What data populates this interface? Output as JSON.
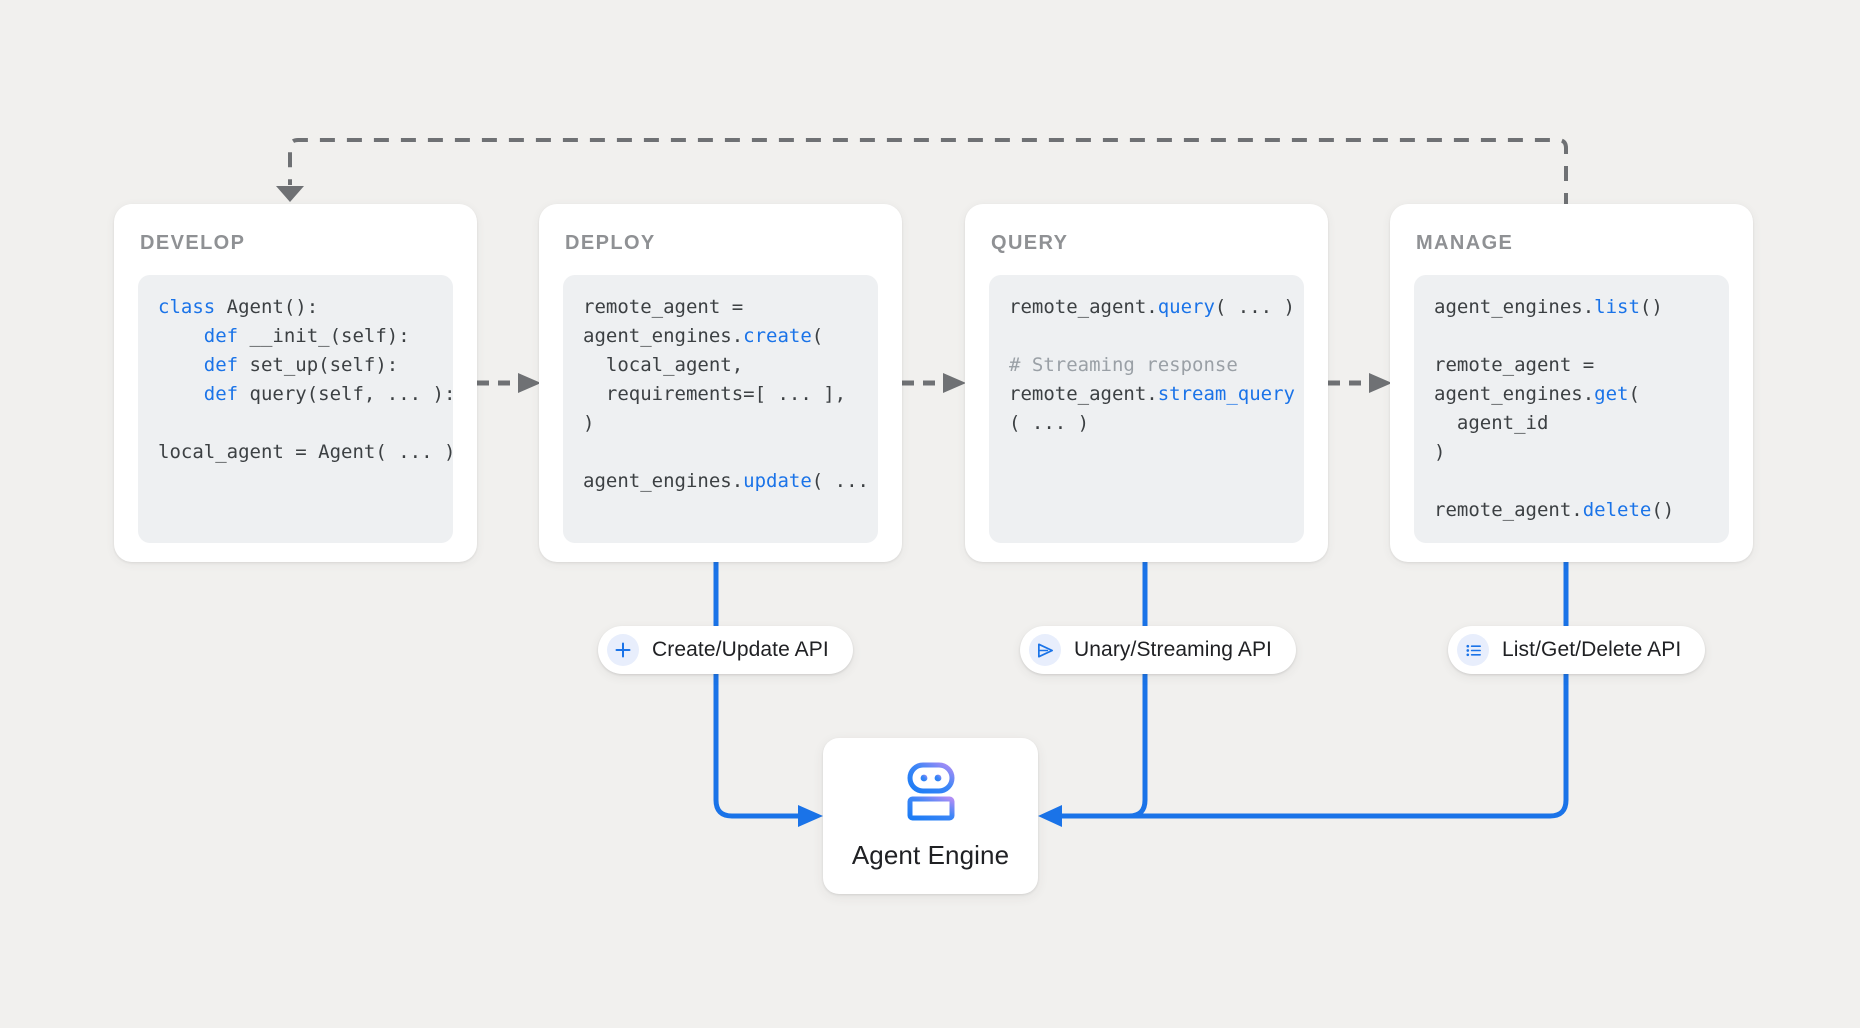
{
  "canvas": {
    "background_color": "#f1f0ee",
    "accent_blue": "#1a73e8",
    "dashed_gray": "#6f7174",
    "code_bg": "#eef0f2",
    "card_bg": "#ffffff"
  },
  "stages": [
    {
      "title": "DEVELOP",
      "code_lines": [
        [
          {
            "t": "class ",
            "c": "kw"
          },
          {
            "t": "Agent():",
            "c": ""
          }
        ],
        [
          {
            "t": "    ",
            "c": ""
          },
          {
            "t": "def ",
            "c": "kw"
          },
          {
            "t": "__init_(self):",
            "c": ""
          }
        ],
        [
          {
            "t": "    ",
            "c": ""
          },
          {
            "t": "def ",
            "c": "kw"
          },
          {
            "t": "set_up(self):",
            "c": ""
          }
        ],
        [
          {
            "t": "    ",
            "c": ""
          },
          {
            "t": "def ",
            "c": "kw"
          },
          {
            "t": "query(self, ... ):",
            "c": ""
          }
        ],
        [
          {
            "t": "",
            "c": ""
          }
        ],
        [
          {
            "t": "local_agent = Agent( ... )",
            "c": ""
          }
        ]
      ]
    },
    {
      "title": "DEPLOY",
      "code_lines": [
        [
          {
            "t": "remote_agent =",
            "c": ""
          }
        ],
        [
          {
            "t": "agent_engines.",
            "c": ""
          },
          {
            "t": "create",
            "c": "fn"
          },
          {
            "t": "(",
            "c": ""
          }
        ],
        [
          {
            "t": "  local_agent,",
            "c": ""
          }
        ],
        [
          {
            "t": "  requirements=[ ... ],",
            "c": ""
          }
        ],
        [
          {
            "t": ")",
            "c": ""
          }
        ],
        [
          {
            "t": "",
            "c": ""
          }
        ],
        [
          {
            "t": "agent_engines.",
            "c": ""
          },
          {
            "t": "update",
            "c": "fn"
          },
          {
            "t": "( ... )",
            "c": ""
          }
        ]
      ]
    },
    {
      "title": "QUERY",
      "code_lines": [
        [
          {
            "t": "remote_agent.",
            "c": ""
          },
          {
            "t": "query",
            "c": "fn"
          },
          {
            "t": "( ... )",
            "c": ""
          }
        ],
        [
          {
            "t": "",
            "c": ""
          }
        ],
        [
          {
            "t": "# Streaming response",
            "c": "cm"
          }
        ],
        [
          {
            "t": "remote_agent.",
            "c": ""
          },
          {
            "t": "stream_query",
            "c": "fn"
          }
        ],
        [
          {
            "t": "( ... )",
            "c": ""
          }
        ]
      ]
    },
    {
      "title": "MANAGE",
      "code_lines": [
        [
          {
            "t": "agent_engines.",
            "c": ""
          },
          {
            "t": "list",
            "c": "fn"
          },
          {
            "t": "()",
            "c": ""
          }
        ],
        [
          {
            "t": "",
            "c": ""
          }
        ],
        [
          {
            "t": "remote_agent =",
            "c": ""
          }
        ],
        [
          {
            "t": "agent_engines.",
            "c": ""
          },
          {
            "t": "get",
            "c": "fn"
          },
          {
            "t": "(",
            "c": ""
          }
        ],
        [
          {
            "t": "  agent_id",
            "c": ""
          }
        ],
        [
          {
            "t": ")",
            "c": ""
          }
        ],
        [
          {
            "t": "",
            "c": ""
          }
        ],
        [
          {
            "t": "remote_agent.",
            "c": ""
          },
          {
            "t": "delete",
            "c": "fn"
          },
          {
            "t": "()",
            "c": ""
          }
        ]
      ]
    }
  ],
  "api_pills": [
    {
      "label": "Create/Update API",
      "icon": "plus-icon"
    },
    {
      "label": "Unary/Streaming API",
      "icon": "send-icon"
    },
    {
      "label": "List/Get/Delete API",
      "icon": "list-icon"
    }
  ],
  "agent_engine": {
    "label": "Agent Engine",
    "icon": "robot-icon",
    "gradient_from": "#1b7cf5",
    "gradient_to": "#b08df5"
  },
  "feedback_loop": {
    "style": "dashed",
    "from": "MANAGE",
    "to": "DEVELOP"
  },
  "flow_arrows": [
    {
      "from": "DEVELOP",
      "to": "DEPLOY",
      "style": "dashed"
    },
    {
      "from": "DEPLOY",
      "to": "QUERY",
      "style": "dashed"
    },
    {
      "from": "QUERY",
      "to": "MANAGE",
      "style": "dashed"
    }
  ]
}
